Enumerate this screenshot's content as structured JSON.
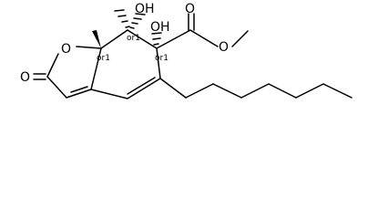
{
  "molecule": {
    "atoms": {
      "ring_o": "O",
      "carbonyl_o": "O",
      "ester_carbonyl_o": "O",
      "ester_o": "O",
      "oh1": "OH",
      "oh2": "OH"
    },
    "stereo": {
      "c7a": "or1",
      "c7": "or1",
      "c6": "or1"
    }
  }
}
